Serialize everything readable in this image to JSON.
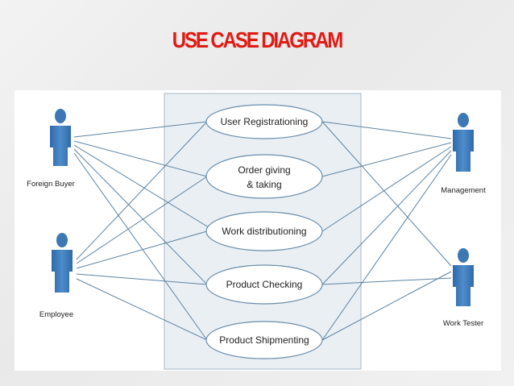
{
  "title": "USE CASE DIAGRAM",
  "actors": [
    {
      "id": "foreign-buyer",
      "label": "Foreign Buyer"
    },
    {
      "id": "employee",
      "label": "Employee"
    },
    {
      "id": "management",
      "label": "Management"
    },
    {
      "id": "work-tester",
      "label": "Work Tester"
    }
  ],
  "use_cases": [
    {
      "id": "user-registration",
      "lines": [
        "User Registrationing"
      ]
    },
    {
      "id": "order-giving",
      "lines": [
        "Order giving",
        "& taking"
      ]
    },
    {
      "id": "work-distribution",
      "lines": [
        "Work distributioning"
      ]
    },
    {
      "id": "product-checking",
      "lines": [
        "Product Checking"
      ]
    },
    {
      "id": "product-shipment",
      "lines": [
        "Product Shipmenting"
      ]
    }
  ],
  "colors": {
    "title": "#e01b14",
    "actor": "#3d77b4",
    "line": "#5d84a3",
    "boundary": "#e9eef3"
  }
}
